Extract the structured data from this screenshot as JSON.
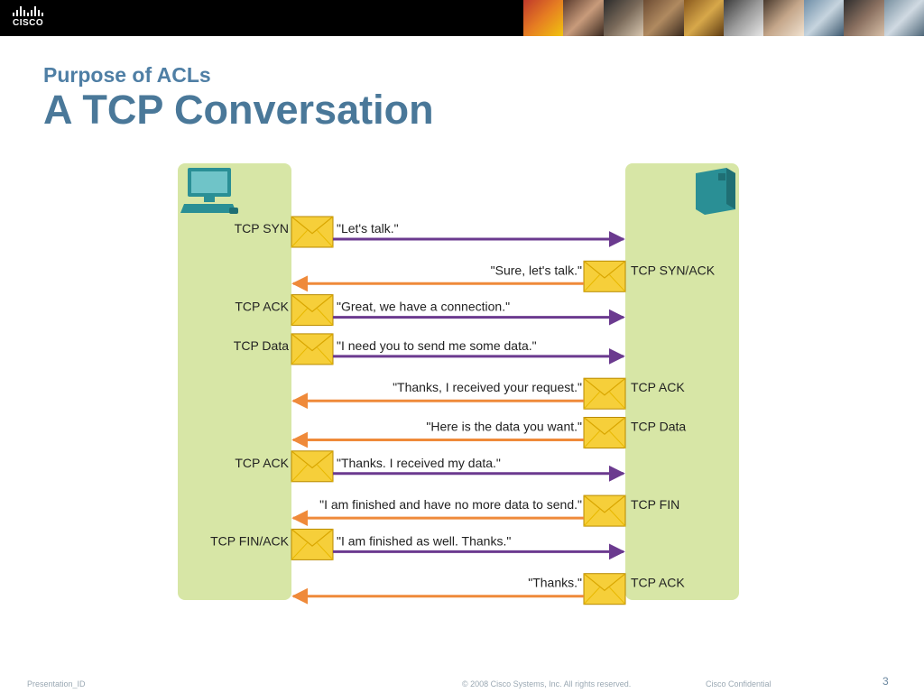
{
  "brand": {
    "logo_text": "CISCO"
  },
  "header": {
    "subtitle": "Purpose of ACLs",
    "title": "A TCP Conversation"
  },
  "diagram": {
    "client_label": "PC",
    "server_label": "Server",
    "messages": [
      {
        "direction": "to_server",
        "segment": "TCP SYN",
        "text": "\"Let's talk.\""
      },
      {
        "direction": "to_client",
        "segment": "TCP SYN/ACK",
        "text": "\"Sure, let's talk.\""
      },
      {
        "direction": "to_server",
        "segment": "TCP ACK",
        "text": "\"Great, we have a connection.\""
      },
      {
        "direction": "to_server",
        "segment": "TCP Data",
        "text": "\"I need you to send me some data.\""
      },
      {
        "direction": "to_client",
        "segment": "TCP ACK",
        "text": "\"Thanks, I received your request.\""
      },
      {
        "direction": "to_client",
        "segment": "TCP Data",
        "text": "\"Here is the data you want.\""
      },
      {
        "direction": "to_server",
        "segment": "TCP ACK",
        "text": "\"Thanks. I received my data.\""
      },
      {
        "direction": "to_client",
        "segment": "TCP FIN",
        "text": "\"I am finished and have no more data to send.\""
      },
      {
        "direction": "to_server",
        "segment": "TCP FIN/ACK",
        "text": "\"I am finished as well. Thanks.\""
      },
      {
        "direction": "to_client",
        "segment": "TCP ACK",
        "text": "\"Thanks.\""
      }
    ],
    "colors": {
      "lane": "#d7e6a6",
      "to_server_arrow": "#6b3a8f",
      "to_client_arrow": "#ef8a3a",
      "envelope": "#f6cf3a"
    }
  },
  "footer": {
    "presentation_id": "Presentation_ID",
    "copyright": "© 2008 Cisco Systems, Inc. All rights reserved.",
    "confidential": "Cisco Confidential",
    "page_number": "3"
  }
}
